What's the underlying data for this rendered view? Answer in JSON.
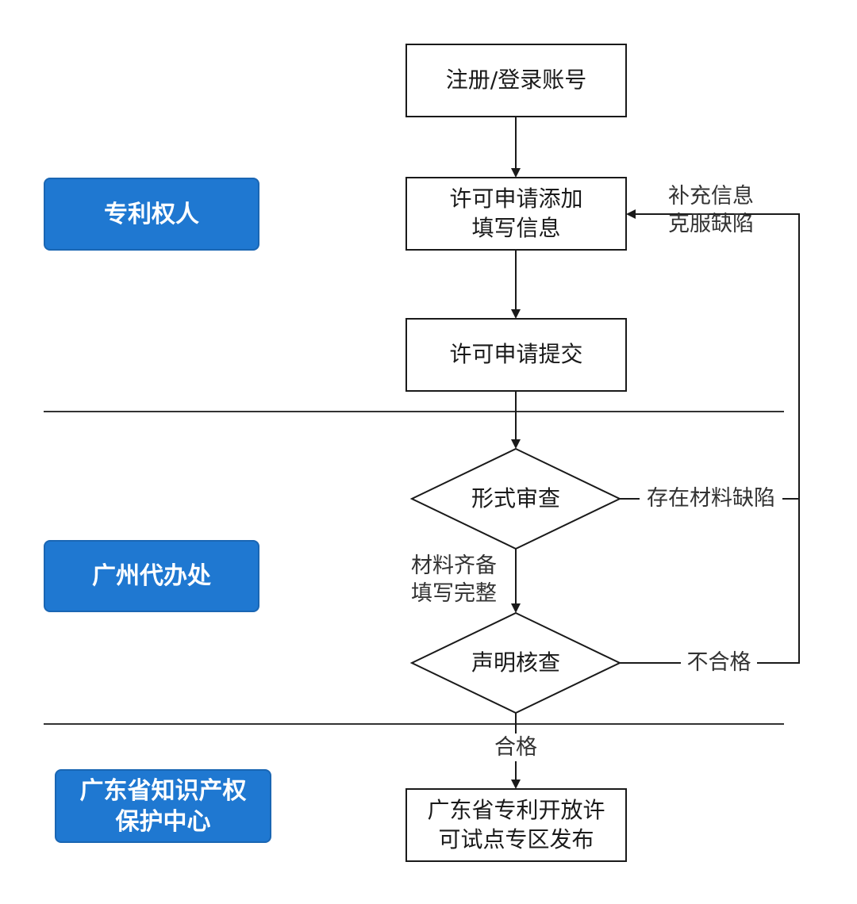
{
  "roles": {
    "patentee": "专利权人",
    "guangzhou_office": "广州代办处",
    "ip_center_line1": "广东省知识产权",
    "ip_center_line2": "保护中心"
  },
  "nodes": {
    "register": "注册/登录账号",
    "add_line1": "许可申请添加",
    "add_line2": "填写信息",
    "submit": "许可申请提交",
    "formal_review": "形式审查",
    "statement_check": "声明核查",
    "publish_line1": "广东省专利开放许",
    "publish_line2": "可试点专区发布"
  },
  "edge_labels": {
    "supplement_line1": "补充信息",
    "supplement_line2": "克服缺陷",
    "material_defect": "存在材料缺陷",
    "complete_line1": "材料齐备",
    "complete_line2": "填写完整",
    "unqualified": "不合格",
    "qualified": "合格"
  },
  "colors": {
    "role_fill": "#1f78d1",
    "line": "#1a1a1a"
  }
}
